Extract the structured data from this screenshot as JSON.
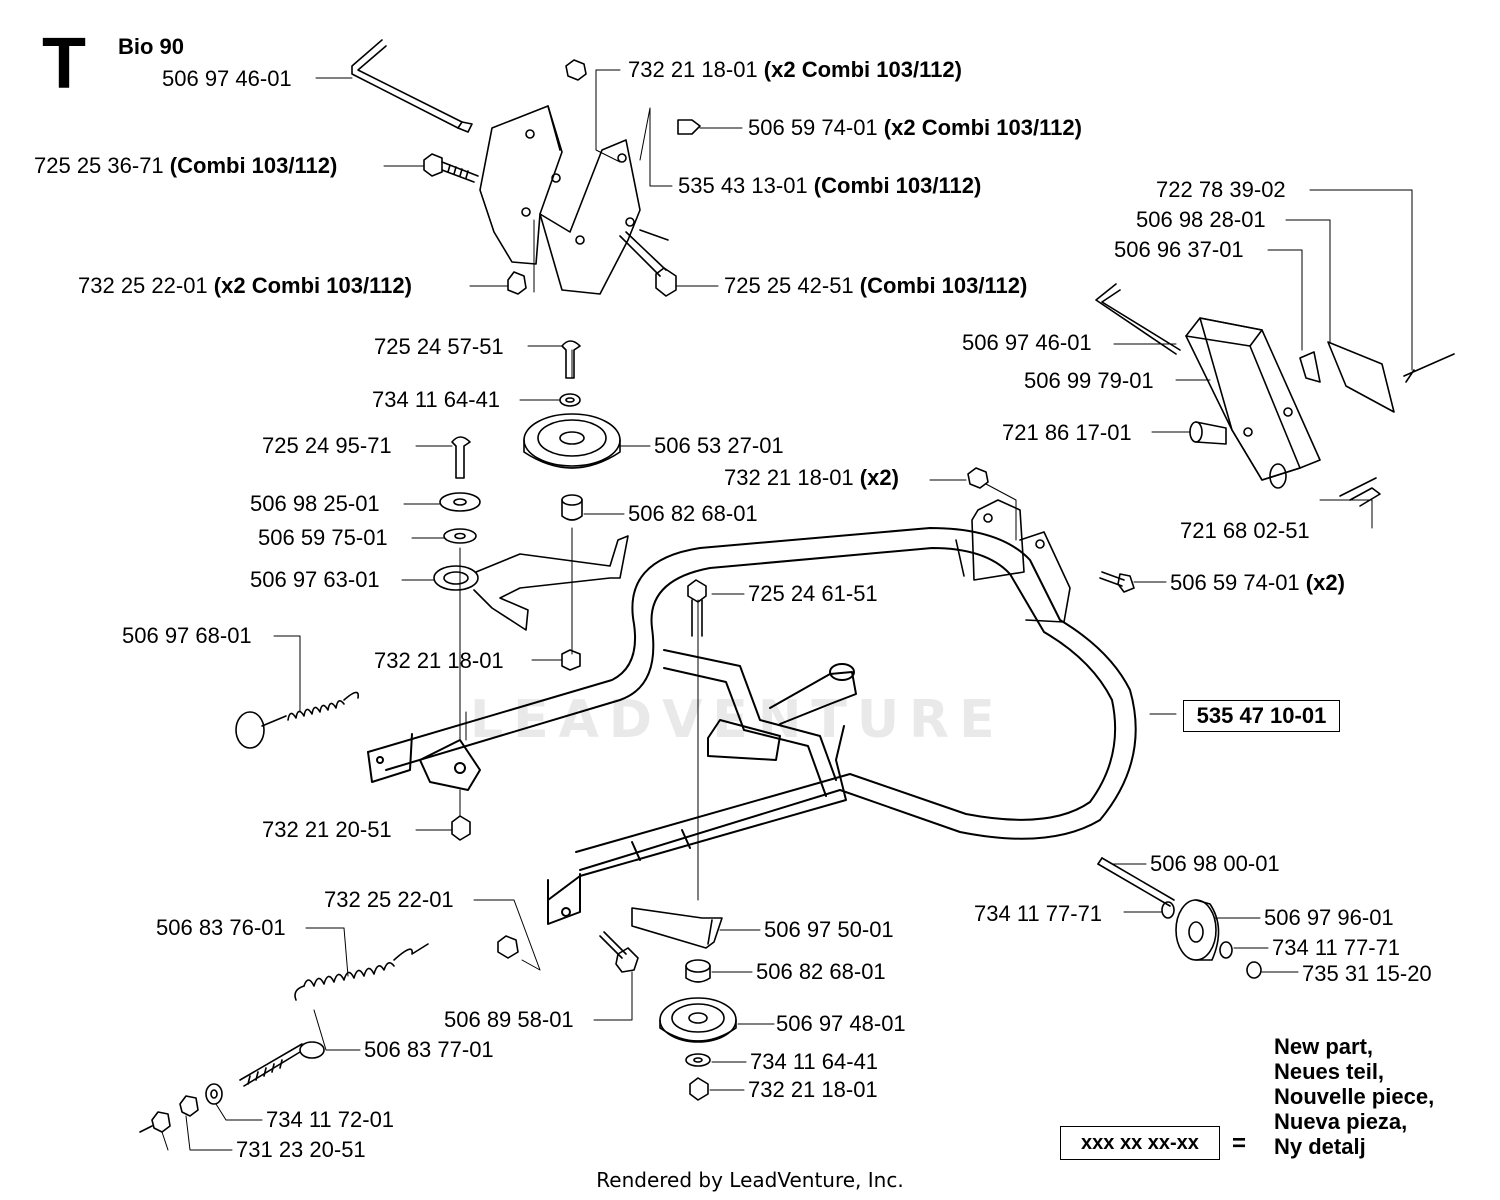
{
  "section_letter": "T",
  "model": "Bio 90",
  "watermark": "LEADVENTURE",
  "assembly_part": "535 47 10-01",
  "legend": {
    "box": "xxx xx xx-xx",
    "equals": "=",
    "lines": [
      "New part,",
      "Neues teil,",
      "Nouvelle piece,",
      "Nueva pieza,",
      "Ny detalj"
    ]
  },
  "footer": "Rendered by LeadVenture, Inc.",
  "parts": [
    {
      "num": "506 97 46-01",
      "note": ""
    },
    {
      "num": "732 21 18-01",
      "note": "(x2 Combi 103/112)"
    },
    {
      "num": "506 59 74-01",
      "note": "(x2 Combi 103/112)"
    },
    {
      "num": "725 25 36-71",
      "note": "(Combi 103/112)"
    },
    {
      "num": "535 43 13-01",
      "note": "(Combi 103/112)"
    },
    {
      "num": "732 25 22-01",
      "note": "(x2 Combi 103/112)"
    },
    {
      "num": "725 25 42-51",
      "note": "(Combi 103/112)"
    },
    {
      "num": "722 78 39-02",
      "note": ""
    },
    {
      "num": "506 98 28-01",
      "note": ""
    },
    {
      "num": "506 96 37-01",
      "note": ""
    },
    {
      "num": "506 97 46-01",
      "note": ""
    },
    {
      "num": "506 99 79-01",
      "note": ""
    },
    {
      "num": "721 86 17-01",
      "note": ""
    },
    {
      "num": "721 68 02-51",
      "note": ""
    },
    {
      "num": "725 24 57-51",
      "note": ""
    },
    {
      "num": "734 11 64-41",
      "note": ""
    },
    {
      "num": "506 53 27-01",
      "note": ""
    },
    {
      "num": "725 24 95-71",
      "note": ""
    },
    {
      "num": "506 98 25-01",
      "note": ""
    },
    {
      "num": "506 59 75-01",
      "note": ""
    },
    {
      "num": "506 82 68-01",
      "note": ""
    },
    {
      "num": "506 97 63-01",
      "note": ""
    },
    {
      "num": "732 21 18-01",
      "note": "(x2)"
    },
    {
      "num": "506 59 74-01",
      "note": "(x2)"
    },
    {
      "num": "725 24 61-51",
      "note": ""
    },
    {
      "num": "506 97 68-01",
      "note": ""
    },
    {
      "num": "732 21 18-01",
      "note": ""
    },
    {
      "num": "732 21 20-51",
      "note": ""
    },
    {
      "num": "506 98 00-01",
      "note": ""
    },
    {
      "num": "734 11 77-71",
      "note": ""
    },
    {
      "num": "506 97 96-01",
      "note": ""
    },
    {
      "num": "734 11 77-71",
      "note": ""
    },
    {
      "num": "735 31 15-20",
      "note": ""
    },
    {
      "num": "732 25 22-01",
      "note": ""
    },
    {
      "num": "506 83 76-01",
      "note": ""
    },
    {
      "num": "506 97 50-01",
      "note": ""
    },
    {
      "num": "506 82 68-01",
      "note": ""
    },
    {
      "num": "506 89 58-01",
      "note": ""
    },
    {
      "num": "506 97 48-01",
      "note": ""
    },
    {
      "num": "506 83 77-01",
      "note": ""
    },
    {
      "num": "734 11 64-41",
      "note": ""
    },
    {
      "num": "732 21 18-01",
      "note": ""
    },
    {
      "num": "734 11 72-01",
      "note": ""
    },
    {
      "num": "731 23 20-51",
      "note": ""
    }
  ]
}
